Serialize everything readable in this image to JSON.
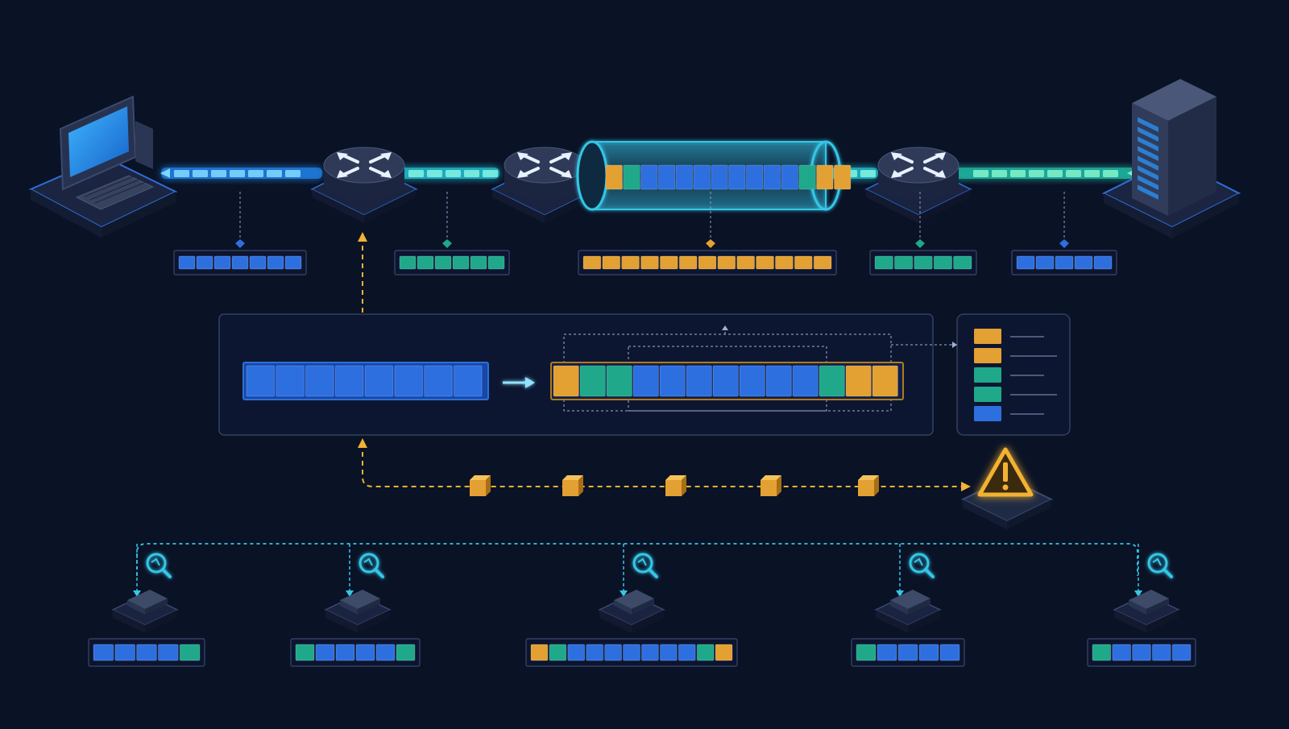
{
  "colors": {
    "background": "#0a1226",
    "blue": "#2e6fe0",
    "green": "#1fa88a",
    "orange": "#e3a033",
    "cyan": "#36c6e6",
    "warning": "#f2b233",
    "panel_border": "#33415e",
    "device": "#2a3550"
  },
  "icons": {
    "client": "desktop-computer-icon",
    "router": "router-arrows-icon",
    "tunnel": "encryption-tunnel-icon",
    "server": "server-rack-icon",
    "warning": "warning-triangle-icon",
    "monitor": "magnifier-icon",
    "probe": "network-probe-icon"
  },
  "hop_packets": [
    [
      "B",
      "B",
      "B",
      "B",
      "B",
      "B",
      "B"
    ],
    [
      "G",
      "G",
      "G",
      "G",
      "G",
      "G"
    ],
    [
      "O",
      "O",
      "O",
      "O",
      "O",
      "O",
      "O",
      "O",
      "O",
      "O",
      "O",
      "O",
      "O"
    ],
    [
      "G",
      "G",
      "G",
      "G",
      "G"
    ],
    [
      "B",
      "B",
      "B",
      "B",
      "B"
    ]
  ],
  "encapsulation": {
    "original": [
      "B",
      "B",
      "B",
      "B",
      "B",
      "B",
      "B",
      "B"
    ],
    "encapsulated": [
      "O",
      "G",
      "G",
      "B",
      "B",
      "B",
      "B",
      "B",
      "B",
      "B",
      "G",
      "O",
      "O"
    ]
  },
  "legend_swatches": [
    "O",
    "O",
    "G",
    "G",
    "B"
  ],
  "probe_packets": [
    [
      "B",
      "B",
      "B",
      "B",
      "G"
    ],
    [
      "G",
      "B",
      "B",
      "B",
      "B",
      "G"
    ],
    [
      "O",
      "G",
      "B",
      "B",
      "B",
      "B",
      "B",
      "B",
      "B",
      "G",
      "O"
    ],
    [
      "G",
      "B",
      "B",
      "B",
      "B"
    ],
    [
      "G",
      "B",
      "B",
      "B",
      "B"
    ]
  ],
  "control_packets": 5
}
